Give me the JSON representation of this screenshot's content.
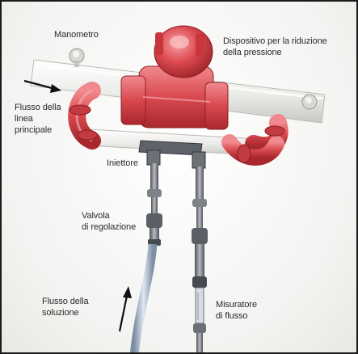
{
  "labels": {
    "manometro": "Manometro",
    "dispositivo": "Dispositivo per la riduzione\ndella pressione",
    "flusso_linea": "Flusso della\nlinea\nprincipale",
    "iniettore": "Iniettore",
    "valvola": "Valvola\ndi regolazione",
    "flusso_soluzione": "Flusso della\nsoluzione",
    "misuratore": "Misuratore\ndi flusso"
  },
  "colors": {
    "pipe": "#f4f4f2",
    "red": "#d9494f",
    "metal": "#8a8f96"
  }
}
